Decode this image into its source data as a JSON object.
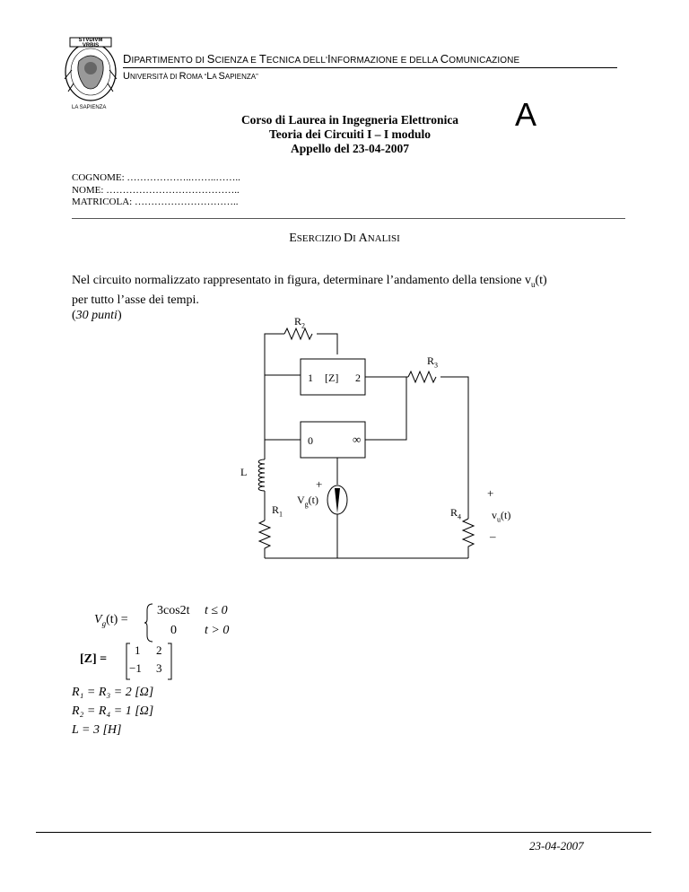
{
  "header": {
    "dept_D": "D",
    "dept_1": "IPARTIMENTO DI ",
    "dept_S": "S",
    "dept_2": "CIENZA E ",
    "dept_T": "T",
    "dept_3": "ECNICA DELL'",
    "dept_I": "I",
    "dept_4": "NFORMAZIONE E DELLA ",
    "dept_C": "C",
    "dept_5": "OMUNICAZIONE",
    "univ_U": "U",
    "univ_1": "NIVERSITÀ DI ",
    "univ_R": "R",
    "univ_2": "OMA “",
    "univ_L": "L",
    "univ_3": "A ",
    "univ_S": "S",
    "univ_4": "APIENZA”",
    "logo_caption": "LA SAPIENZA",
    "logo_banner": "STVDIVM VRBIS"
  },
  "course": {
    "line1": "Corso di Laurea in Ingegneria Elettronica",
    "line2": "Teoria dei Circuiti I – I modulo",
    "line3": "Appello del 23-04-2007",
    "version": "A"
  },
  "fields": {
    "cognome": "COGNOME: ………………..……..……..",
    "nome": "NOME: …………………………………..",
    "matricola": "MATRICOLA: ………………………….."
  },
  "section": {
    "E": "E",
    "t1": "SERCIZIO ",
    "D": "D",
    "t2": "I ",
    "A": "A",
    "t3": "NALISI"
  },
  "problem": {
    "text1": "Nel circuito normalizzato rappresentato in figura, determinare l’andamento della tensione v",
    "sub_u": "u",
    "text2": "(t)",
    "text3": "per tutto l’asse dei tempi.",
    "points_open": "(",
    "points": "30 punti",
    "points_close": ")"
  },
  "circuit": {
    "R2": "R",
    "R2_sub": "2",
    "R3": "R",
    "R3_sub": "3",
    "R1": "R",
    "R1_sub": "1",
    "R4": "R",
    "R4_sub": "4",
    "L": "L",
    "z_port1": "1",
    "z_label": "[Z]",
    "z_port2": "2",
    "n_port0": "0",
    "n_portinf": "∞",
    "vg": "V",
    "vg_sub": "g",
    "vg_t": "(t)",
    "vg_plus": "+",
    "vu": "v",
    "vu_sub": "u",
    "vu_t": "(t)",
    "vu_plus": "+",
    "vu_minus": "–"
  },
  "data": {
    "vg_lhs": "V",
    "vg_lhs_sub": "g",
    "vg_lhs_t": "(t) =",
    "case1_expr": "3cos2t",
    "case1_cond": "t ≤ 0",
    "case2_expr": "0",
    "case2_cond": "t > 0",
    "z_lhs": "[Z] =",
    "z11": "1",
    "z12": "2",
    "z21": "−1",
    "z22": "3",
    "eq1": "R₁ = R₃ = 2  [Ω]",
    "eq2": "R₂ = R₄ = 1  [Ω]",
    "eq3": "L = 3  [H]"
  },
  "footer": {
    "date": "23-04-2007"
  }
}
